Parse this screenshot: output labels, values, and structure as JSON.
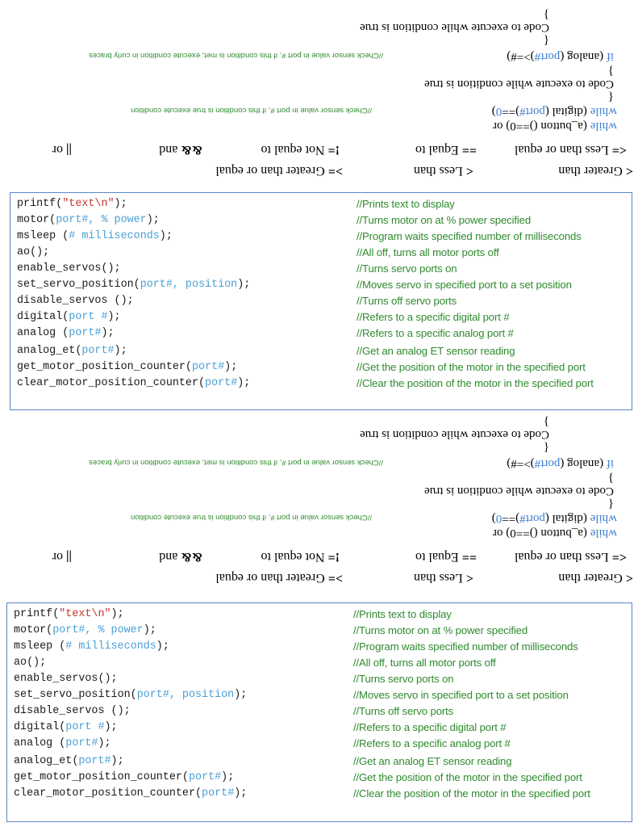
{
  "flipped_section": {
    "brace_close_1": "}",
    "body_1": "Code to execute while condition is true",
    "brace_open_1": "{",
    "if_keyword": "if",
    "if_rest_a": " (analog (",
    "if_port": "port#",
    "if_rest_b": ")>=#)",
    "if_note": "//Check sensor value in port #, if this condition is met, execute condition in curly braces",
    "brace_close_2": "}",
    "body_2": "Code to execute while condition is true",
    "brace_open_2": "{",
    "while2_keyword": "while",
    "while2_rest_a": " (digital (",
    "while2_port": "port#",
    "while2_rest_b": ")==",
    "while2_zero": "0",
    "while2_rest_c": ")",
    "while2_note": "//Check sensor value in port #, if this condition is true execute condition",
    "while1_keyword": "while",
    "while1_rest": " (a_button ()==0)  or",
    "ops_row1": [
      {
        "sym": "<=",
        "text": " Less than or equal"
      },
      {
        "sym": "==",
        "text": " Equal to"
      },
      {
        "sym": "!=",
        "text": " Not equal to"
      },
      {
        "sym": "&&",
        "text": "  and"
      },
      {
        "sym": "||",
        "text": "  or"
      }
    ],
    "ops_row2": [
      {
        "sym": "<",
        "text": " Greater than"
      },
      {
        "sym": "<",
        "text": " Less than"
      },
      {
        "sym": ">=",
        "text": " Greater than or equal"
      }
    ]
  },
  "functions": [
    {
      "name": "printf(",
      "arg": "",
      "str": "\"text\\n\"",
      "end": ");",
      "comment": "//Prints text to display"
    },
    {
      "name": "motor(",
      "arg": "port#, % power",
      "str": "",
      "end": ");",
      "comment": "//Turns motor on at % power specified"
    },
    {
      "name": "msleep (",
      "arg": "# milliseconds",
      "str": "",
      "end": ");",
      "comment": "//Program waits specified number of milliseconds"
    },
    {
      "name": "ao();",
      "arg": "",
      "str": "",
      "end": "",
      "comment": "//All off, turns all motor ports off"
    },
    {
      "name": "enable_servos();",
      "arg": "",
      "str": "",
      "end": "",
      "comment": "//Turns servo ports on"
    },
    {
      "name": "set_servo_position(",
      "arg": "port#, position",
      "str": "",
      "end": ");",
      "comment": "//Moves servo in specified port to a set position"
    },
    {
      "name": "disable_servos ();",
      "arg": "",
      "str": "",
      "end": "",
      "comment": "//Turns off servo ports"
    },
    {
      "name": "digital(",
      "arg": "port #",
      "str": "",
      "end": ");",
      "comment": "//Refers to a specific digital port #"
    },
    {
      "name": "analog (",
      "arg": "port#",
      "str": "",
      "end": ");",
      "comment": "//Refers to a specific analog port #"
    },
    {
      "name": "analog_et(",
      "arg": "port#",
      "str": "",
      "end": ");",
      "comment": "//Get an analog ET sensor reading"
    },
    {
      "name": "get_motor_position_counter(",
      "arg": "port#",
      "str": "",
      "end": ");",
      "comment": "//Get the position of the motor in the specified port"
    },
    {
      "name": "clear_motor_position_counter(",
      "arg": "port#",
      "str": "",
      "end": ");",
      "comment": "//Clear the position of the motor in the specified port"
    }
  ],
  "colors": {
    "border": "#5b86c7",
    "comment": "#2f8a2f",
    "arg": "#4a9fd6",
    "string": "#c2372b",
    "keyword": "#3d7fd0"
  }
}
